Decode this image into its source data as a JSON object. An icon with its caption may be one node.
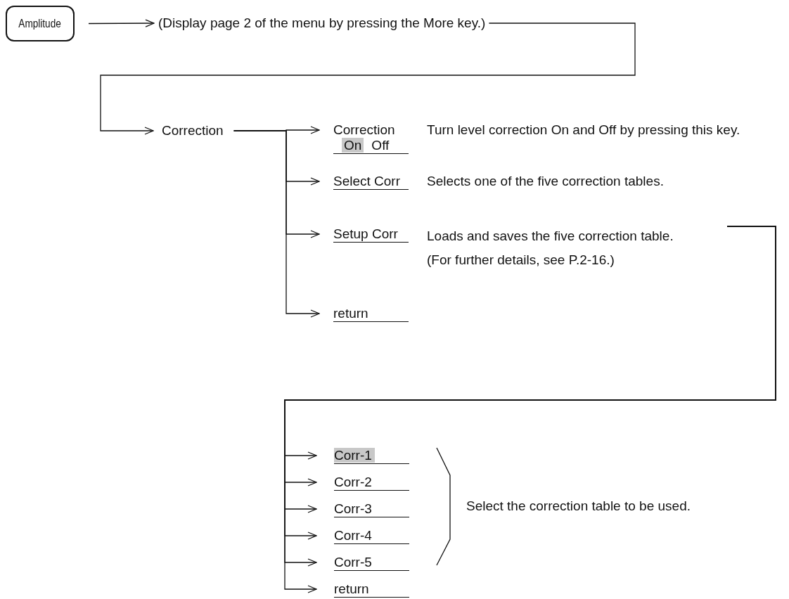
{
  "diagram": {
    "nodes": [
      {
        "text": [
          "Amplitude"
        ]
      },
      {
        "text": [
          "(Display page 2 of the menu by pressing the More key.)"
        ]
      },
      {
        "text": [
          "Correction"
        ]
      },
      {
        "text": [
          "Correction",
          "On",
          "Off"
        ]
      },
      {
        "text": [
          "Select Corr"
        ],
        "beside": [
          "Selects one of the five correction tables."
        ]
      },
      {
        "text": [
          "Setup Corr"
        ],
        "beside": [
          "Loads and saves the five correction table.",
          "(For further details, see P.2-16.)"
        ]
      },
      {
        "text": [
          "return"
        ]
      },
      {
        "text": [
          "Corr-1"
        ]
      },
      {
        "text": [
          "Corr-2"
        ]
      },
      {
        "text": [
          "Corr-3"
        ]
      },
      {
        "text": [
          "Corr-4"
        ]
      },
      {
        "text": [
          "Corr-5"
        ]
      },
      {
        "text": [
          "return"
        ]
      }
    ],
    "edges": [
      {
        "from": 0,
        "to": 1,
        "arrow": "to"
      },
      {
        "from": 1,
        "to": 2,
        "arrow": "to"
      },
      {
        "from": 2,
        "to": 3,
        "arrow": "to"
      },
      {
        "from": 2,
        "to": 4,
        "arrow": "to"
      },
      {
        "from": 2,
        "to": 5,
        "arrow": "to"
      },
      {
        "from": 2,
        "to": 6,
        "arrow": "to"
      },
      {
        "from": 5,
        "to": 7,
        "arrow": "to"
      },
      {
        "from": 5,
        "to": 8,
        "arrow": "to"
      },
      {
        "from": 5,
        "to": 9,
        "arrow": "to"
      },
      {
        "from": 5,
        "to": 10,
        "arrow": "to"
      },
      {
        "from": 5,
        "to": 11,
        "arrow": "to"
      },
      {
        "from": 5,
        "to": 12,
        "arrow": "to"
      }
    ],
    "labels": [
      "Turn level correction On and Off by pressing this key.",
      "Select the correction table to be used."
    ]
  }
}
